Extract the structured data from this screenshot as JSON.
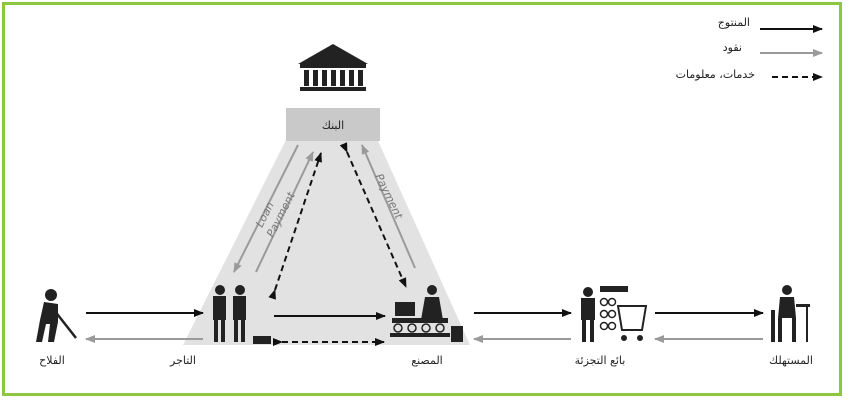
{
  "legend": {
    "product": "المنتوج",
    "money": "نقود",
    "services": "خدمات، معلومات"
  },
  "nodes": {
    "bank": "البنك",
    "farmer": "الفلاح",
    "merchant": "التاجر",
    "factory": "المصنع",
    "retailer": "بائع التجزئة",
    "consumer": "المستهلك"
  },
  "flows": {
    "loan": "Loan",
    "payment_left": "Payment",
    "payment_right": "Payment"
  },
  "colors": {
    "border": "#8dc63f",
    "product_arrow": "#111111",
    "money_arrow": "#9a9a9a",
    "triangle": "#e2e2e2",
    "bank_box": "#c9c9c9"
  }
}
